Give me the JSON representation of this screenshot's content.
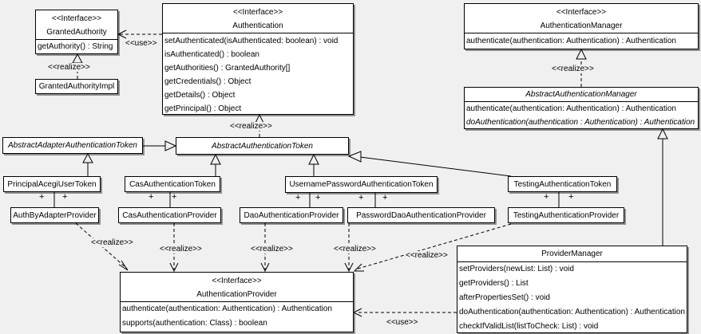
{
  "colors": {
    "background": "#f0f0f0",
    "node_fill": "#ffffff",
    "line": "#000000"
  },
  "edge_labels": {
    "use": "<<use>>",
    "realize": "<<realize>>",
    "plus": "+"
  },
  "classes": {
    "granted_authority": {
      "stereotype": "<<Interface>>",
      "name": "GrantedAuthority",
      "methods": [
        "getAuthority() : String"
      ]
    },
    "granted_authority_impl": {
      "name": "GrantedAuthorityImpl"
    },
    "authentication": {
      "stereotype": "<<Interface>>",
      "name": "Authentication",
      "methods": [
        "setAuthenticated(isAuthenticated: boolean) : void",
        "isAuthenticated() : boolean",
        "getAuthorities() : GrantedAuthority[]",
        "getCredentials() : Object",
        "getDetails() : Object",
        "getPrincipal() : Object"
      ]
    },
    "authentication_manager": {
      "stereotype": "<<Interface>>",
      "name": "AuthenticationManager",
      "methods": [
        "authenticate(authentication: Authentication) : Authentication"
      ]
    },
    "abstract_authentication_manager": {
      "name": "AbstractAuthenticationManager",
      "methods": [
        "authenticate(authentication: Authentication) : Authentication",
        "doAuthentication(authentication : Authentication) : Authentication"
      ]
    },
    "abstract_adapter_authentication_token": {
      "name": "AbstractAdapterAuthenticationToken"
    },
    "abstract_authentication_token": {
      "name": "AbstractAuthenticationToken"
    },
    "principal_acegi_user_token": {
      "name": "PrincipalAcegiUserToken"
    },
    "cas_authentication_token": {
      "name": "CasAuthenticationToken"
    },
    "username_password_authentication_token": {
      "name": "UsernamePasswordAuthenticationToken"
    },
    "testing_authentication_token": {
      "name": "TestingAuthenticationToken"
    },
    "auth_by_adapter_provider": {
      "name": "AuthByAdapterProvider"
    },
    "cas_authentication_provider": {
      "name": "CasAuthenticationProvider"
    },
    "dao_authentication_provider": {
      "name": "DaoAuthenticationProvider"
    },
    "password_dao_authentication_provider": {
      "name": "PasswordDaoAuthenticationProvider"
    },
    "testing_authentication_provider": {
      "name": "TestingAuthenticationProvider"
    },
    "authentication_provider": {
      "stereotype": "<<Interface>>",
      "name": "AuthenticationProvider",
      "methods": [
        "authenticate(authentication: Authentication) : Authentication",
        "supports(authentication: Class) : boolean"
      ]
    },
    "provider_manager": {
      "name": "ProviderManager",
      "methods": [
        "setProviders(newList: List) : void",
        "getProviders() : List",
        "afterPropertiesSet() : void",
        "doAuthentication(authentication: Authentication) : Authentication",
        "checkIfValidList(listToCheck: List) : void"
      ]
    }
  }
}
